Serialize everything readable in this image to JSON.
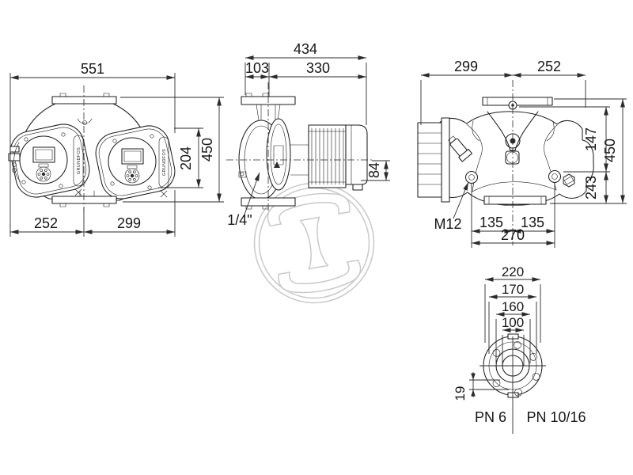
{
  "colors": {
    "background": "#ffffff",
    "line": "#1e1e1e",
    "dimension": "#2b2b2b",
    "text": "#161616",
    "watermark": "#c9c9c9"
  },
  "watermark": {
    "icon": "circled-i-beam-logo-watermark"
  },
  "views": {
    "front": {
      "brand": "GRUNDFOS",
      "dims": {
        "overall_width": "551",
        "overall_height": "450",
        "control_box_height": "204",
        "width_left_of_axis": "252",
        "width_right_of_axis": "299"
      }
    },
    "side": {
      "dims": {
        "overall_depth": "434",
        "flange_face_to_axis": "103",
        "axis_to_motor_end": "330",
        "axis_to_box_bottom": "84"
      },
      "labels": {
        "gauge_port": "1/4\""
      }
    },
    "top": {
      "dims": {
        "width_left_of_axis": "299",
        "width_right_of_axis": "252",
        "flange_to_axis": "147",
        "overall_height": "450",
        "axis_to_base": "243",
        "bolt_left": "135",
        "bolt_right": "135",
        "bolt_total": "270"
      },
      "labels": {
        "bolt_size": "M12"
      }
    },
    "flange": {
      "dims": {
        "outer_diameter": "220",
        "bolt_circle_pn10_16": "170",
        "bolt_circle_pn6": "160",
        "port_diameter": "100",
        "hole_offset": "19"
      },
      "labels": {
        "rating_left": "PN 6",
        "rating_right": "PN 10/16"
      }
    }
  }
}
